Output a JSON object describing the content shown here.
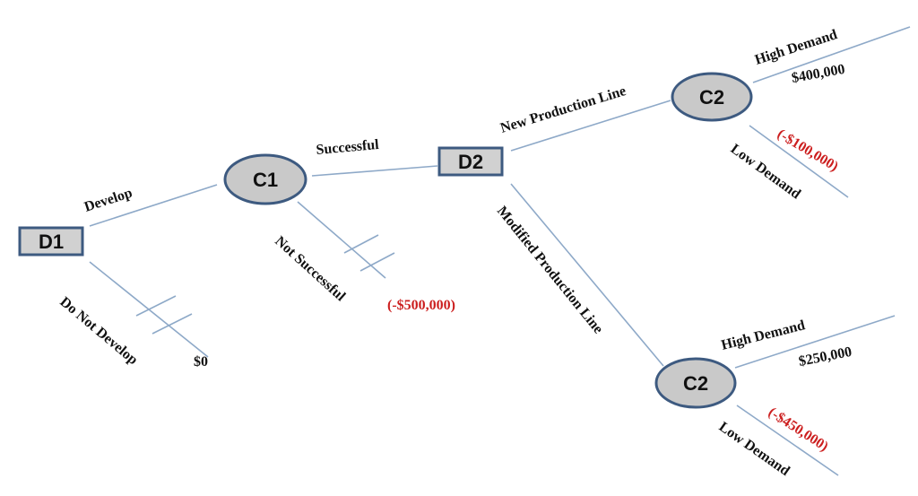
{
  "nodes": {
    "d1": "D1",
    "c1": "C1",
    "d2": "D2",
    "c2_top": "C2",
    "c2_bottom": "C2"
  },
  "branches": {
    "develop": "Develop",
    "do_not_develop": "Do Not Develop",
    "successful": "Successful",
    "not_successful": "Not Successful",
    "new_production_line": "New Production Line",
    "modified_production_line": "Modified Production Line",
    "high_demand_top": "High Demand",
    "low_demand_top": "Low Demand",
    "high_demand_bottom": "High Demand",
    "low_demand_bottom": "Low Demand"
  },
  "payoffs": {
    "do_not_develop": "$0",
    "not_successful": "(-$500,000)",
    "new_high": "$400,000",
    "new_low": "(-$100,000)",
    "mod_high": "$250,000",
    "mod_low": "(-$450,000)"
  },
  "colors": {
    "line": "#8ea9c8",
    "node_border": "#3d5a80",
    "node_fill": "#c9c9c9",
    "negative_payoff": "#cc1f1f"
  }
}
